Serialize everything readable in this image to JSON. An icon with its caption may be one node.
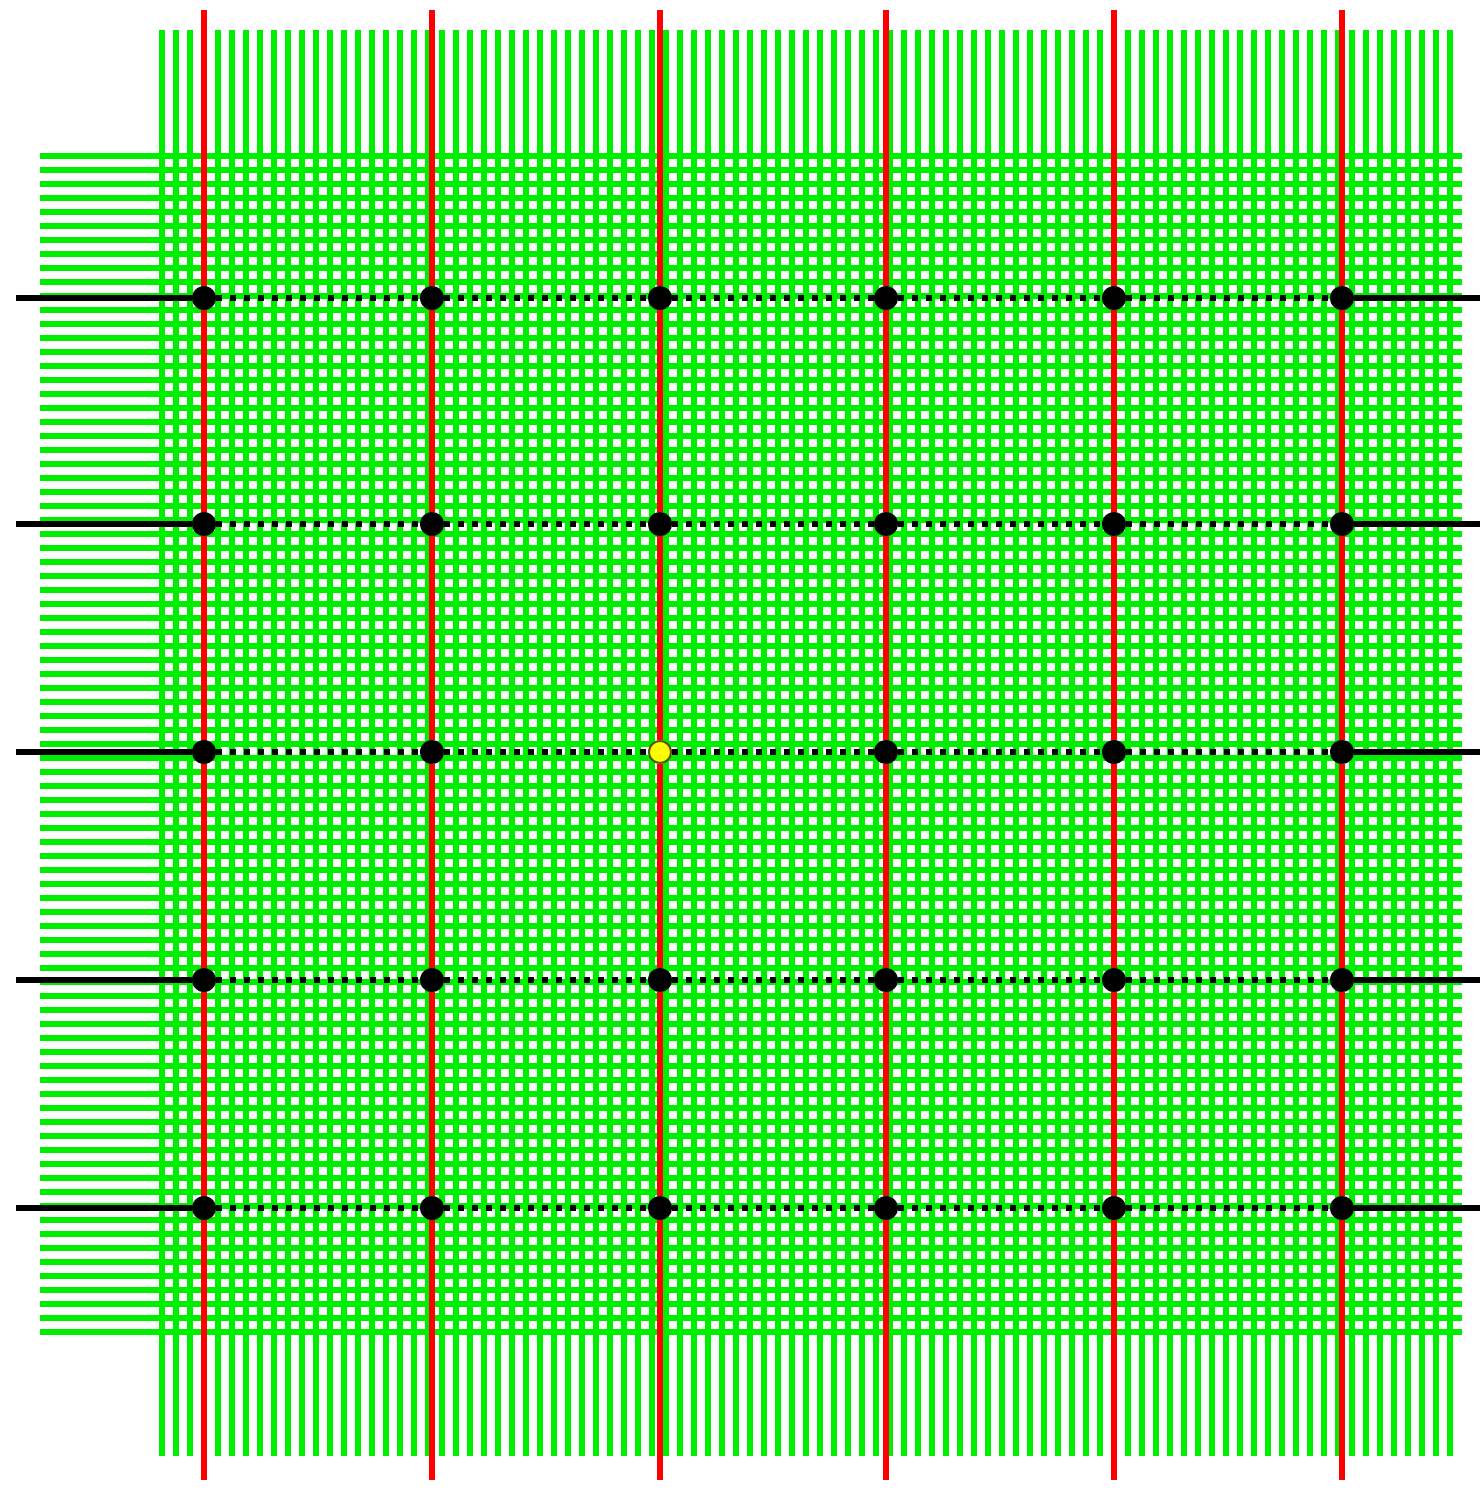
{
  "diagram": {
    "nodes": [
      {
        "text": [],
        "shape": "circle"
      },
      {
        "text": [],
        "shape": "circle"
      },
      {
        "text": [],
        "shape": "circle"
      },
      {
        "text": [],
        "shape": "circle"
      },
      {
        "text": [],
        "shape": "circle"
      },
      {
        "text": [],
        "shape": "circle"
      },
      {
        "text": [],
        "shape": "circle"
      },
      {
        "text": [],
        "shape": "circle"
      },
      {
        "text": [],
        "shape": "circle"
      },
      {
        "text": [],
        "shape": "circle"
      },
      {
        "text": [],
        "shape": "circle"
      },
      {
        "text": [],
        "shape": "circle"
      },
      {
        "text": [],
        "shape": "circle"
      },
      {
        "text": [],
        "shape": "circle"
      },
      {
        "text": [],
        "shape": "circle"
      },
      {
        "text": [],
        "shape": "circle"
      },
      {
        "text": [],
        "shape": "circle"
      },
      {
        "text": [],
        "shape": "circle"
      },
      {
        "text": [],
        "shape": "circle"
      },
      {
        "text": [],
        "shape": "circle"
      },
      {
        "text": [],
        "shape": "circle"
      },
      {
        "text": [],
        "shape": "circle"
      },
      {
        "text": [],
        "shape": "circle"
      },
      {
        "text": [],
        "shape": "circle"
      },
      {
        "text": [],
        "shape": "circle"
      },
      {
        "text": [],
        "shape": "circle"
      },
      {
        "text": [],
        "shape": "circle"
      },
      {
        "text": [],
        "shape": "circle"
      },
      {
        "text": [],
        "shape": "circle"
      },
      {
        "text": [],
        "shape": "circle"
      }
    ],
    "edges": [
      {
        "from": null,
        "to": 0,
        "arrow": "none"
      },
      {
        "from": 0,
        "to": 6,
        "arrow": "none"
      },
      {
        "from": 6,
        "to": 12,
        "arrow": "none"
      },
      {
        "from": 12,
        "to": 18,
        "arrow": "none"
      },
      {
        "from": 18,
        "to": 24,
        "arrow": "none"
      },
      {
        "from": 24,
        "to": null,
        "arrow": "none"
      },
      {
        "from": null,
        "to": 1,
        "arrow": "none"
      },
      {
        "from": 1,
        "to": 7,
        "arrow": "none"
      },
      {
        "from": 7,
        "to": 13,
        "arrow": "none"
      },
      {
        "from": 13,
        "to": 19,
        "arrow": "none"
      },
      {
        "from": 19,
        "to": 25,
        "arrow": "none"
      },
      {
        "from": 25,
        "to": null,
        "arrow": "none"
      },
      {
        "from": null,
        "to": 2,
        "arrow": "none"
      },
      {
        "from": 2,
        "to": 8,
        "arrow": "none"
      },
      {
        "from": 8,
        "to": 14,
        "arrow": "none"
      },
      {
        "from": 14,
        "to": 20,
        "arrow": "none"
      },
      {
        "from": 20,
        "to": 26,
        "arrow": "none"
      },
      {
        "from": 26,
        "to": null,
        "arrow": "none"
      },
      {
        "from": null,
        "to": 3,
        "arrow": "none"
      },
      {
        "from": 3,
        "to": 9,
        "arrow": "none"
      },
      {
        "from": 9,
        "to": 15,
        "arrow": "none"
      },
      {
        "from": 15,
        "to": 21,
        "arrow": "none"
      },
      {
        "from": 21,
        "to": 27,
        "arrow": "none"
      },
      {
        "from": 27,
        "to": null,
        "arrow": "none"
      },
      {
        "from": null,
        "to": 4,
        "arrow": "none"
      },
      {
        "from": 4,
        "to": 10,
        "arrow": "none"
      },
      {
        "from": 10,
        "to": 16,
        "arrow": "none"
      },
      {
        "from": 16,
        "to": 22,
        "arrow": "none"
      },
      {
        "from": 22,
        "to": 28,
        "arrow": "none"
      },
      {
        "from": 28,
        "to": null,
        "arrow": "none"
      },
      {
        "from": null,
        "to": 5,
        "arrow": "none"
      },
      {
        "from": 5,
        "to": 11,
        "arrow": "none"
      },
      {
        "from": 11,
        "to": 17,
        "arrow": "none"
      },
      {
        "from": 17,
        "to": 23,
        "arrow": "none"
      },
      {
        "from": 23,
        "to": 29,
        "arrow": "none"
      },
      {
        "from": 29,
        "to": null,
        "arrow": "none"
      },
      {
        "from": null,
        "to": 0,
        "arrow": "none",
        "color": "#000000"
      },
      {
        "from": 0,
        "to": 1,
        "arrow": "none",
        "style": "dashed",
        "color": "#000000"
      },
      {
        "from": 1,
        "to": 2,
        "arrow": "none",
        "style": "dashed",
        "color": "#000000"
      },
      {
        "from": 2,
        "to": 3,
        "arrow": "none",
        "style": "dashed",
        "color": "#000000"
      },
      {
        "from": 3,
        "to": 4,
        "arrow": "none",
        "style": "dashed",
        "color": "#000000"
      },
      {
        "from": 4,
        "to": 5,
        "arrow": "none",
        "style": "dashed",
        "color": "#000000"
      },
      {
        "from": 5,
        "to": null,
        "arrow": "none",
        "color": "#000000"
      },
      {
        "from": null,
        "to": 6,
        "arrow": "none",
        "color": "#000000"
      },
      {
        "from": 6,
        "to": 7,
        "arrow": "none",
        "style": "dashed",
        "color": "#000000"
      },
      {
        "from": 7,
        "to": 8,
        "arrow": "none",
        "style": "dashed",
        "color": "#000000"
      },
      {
        "from": 8,
        "to": 9,
        "arrow": "none",
        "style": "dashed",
        "color": "#000000"
      },
      {
        "from": 9,
        "to": 10,
        "arrow": "none",
        "style": "dashed",
        "color": "#000000"
      },
      {
        "from": 10,
        "to": 11,
        "arrow": "none",
        "style": "dashed",
        "color": "#000000"
      },
      {
        "from": 11,
        "to": null,
        "arrow": "none",
        "color": "#000000"
      },
      {
        "from": null,
        "to": 12,
        "arrow": "none",
        "color": "#000000"
      },
      {
        "from": 12,
        "to": 13,
        "arrow": "none",
        "style": "dashed",
        "color": "#000000"
      },
      {
        "from": 13,
        "to": 14,
        "arrow": "none",
        "style": "dashed",
        "color": "#000000"
      },
      {
        "from": 14,
        "to": 15,
        "arrow": "none",
        "style": "dashed",
        "color": "#000000"
      },
      {
        "from": 15,
        "to": 16,
        "arrow": "none",
        "style": "dashed",
        "color": "#000000"
      },
      {
        "from": 16,
        "to": 17,
        "arrow": "none",
        "style": "dashed",
        "color": "#000000"
      },
      {
        "from": 17,
        "to": null,
        "arrow": "none",
        "color": "#000000"
      },
      {
        "from": null,
        "to": 18,
        "arrow": "none",
        "color": "#000000"
      },
      {
        "from": 18,
        "to": 19,
        "arrow": "none",
        "style": "dashed",
        "color": "#000000"
      },
      {
        "from": 19,
        "to": 20,
        "arrow": "none",
        "style": "dashed",
        "color": "#000000"
      },
      {
        "from": 20,
        "to": 21,
        "arrow": "none",
        "style": "dashed",
        "color": "#000000"
      },
      {
        "from": 21,
        "to": 22,
        "arrow": "none",
        "style": "dashed",
        "color": "#000000"
      },
      {
        "from": 22,
        "to": 23,
        "arrow": "none",
        "style": "dashed",
        "color": "#000000"
      },
      {
        "from": 23,
        "to": null,
        "arrow": "none",
        "color": "#000000"
      },
      {
        "from": null,
        "to": 24,
        "arrow": "none",
        "color": "#000000"
      },
      {
        "from": 24,
        "to": 25,
        "arrow": "none",
        "style": "dashed",
        "color": "#000000"
      },
      {
        "from": 25,
        "to": 26,
        "arrow": "none",
        "style": "dashed",
        "color": "#000000"
      },
      {
        "from": 26,
        "to": 27,
        "arrow": "none",
        "style": "dashed",
        "color": "#000000"
      },
      {
        "from": 27,
        "to": 28,
        "arrow": "none",
        "style": "dashed",
        "color": "#000000"
      },
      {
        "from": 28,
        "to": 29,
        "arrow": "none",
        "style": "dashed",
        "color": "#000000"
      },
      {
        "from": 29,
        "to": null,
        "arrow": "none",
        "color": "#000000"
      }
    ]
  }
}
